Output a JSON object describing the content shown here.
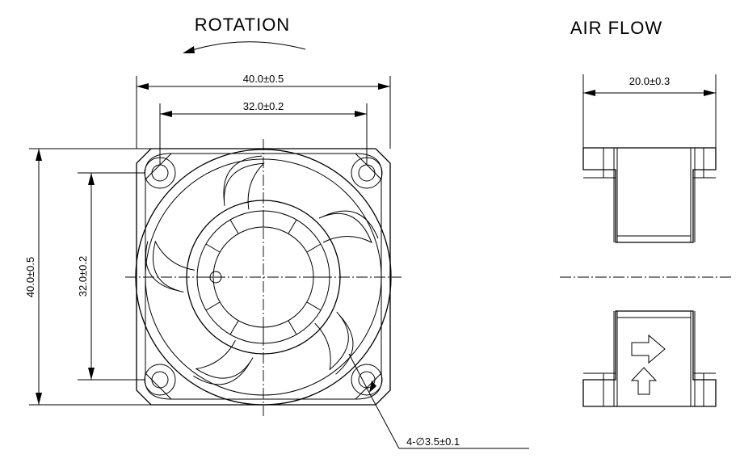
{
  "headings": {
    "rotation": "ROTATION",
    "air_flow": "AIR FLOW"
  },
  "dimensions": {
    "overall_width": "40.0±0.5",
    "hole_spacing_horizontal": "32.0±0.2",
    "overall_height": "40.0±0.5",
    "hole_spacing_vertical": "32.0±0.2",
    "depth": "20.0±0.3",
    "mounting_holes": "4-∅3.5±0.1"
  },
  "icons": {
    "rotation_direction": "curved-arrow-counterclockwise-icon",
    "airflow_direction": "arrow-right-icon",
    "rotation_indicator": "arrow-up-icon"
  }
}
